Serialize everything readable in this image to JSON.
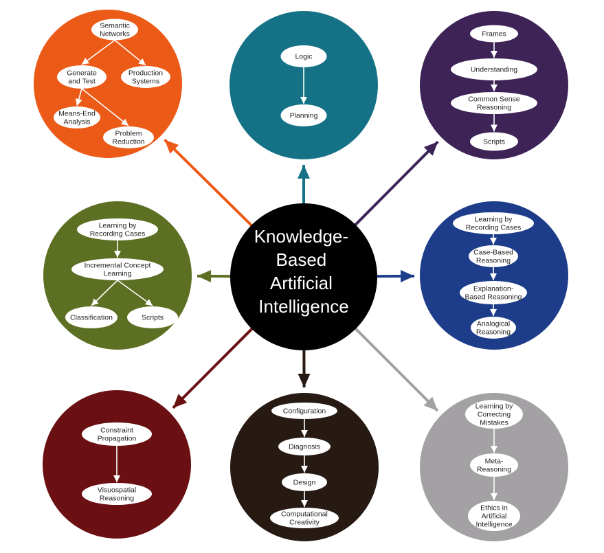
{
  "center": {
    "lines": [
      "Knowledge-",
      "Based",
      "Artificial",
      "Intelligence"
    ],
    "color": "#000000"
  },
  "clusters": [
    {
      "id": "orange",
      "color": "#ec5a18",
      "nodes": [
        {
          "lines": [
            "Semantic",
            "Networks"
          ]
        },
        {
          "lines": [
            "Generate",
            "and Test"
          ]
        },
        {
          "lines": [
            "Production",
            "Systems"
          ]
        },
        {
          "lines": [
            "Means-End",
            "Analysis"
          ]
        },
        {
          "lines": [
            "Problem",
            "Reduction"
          ]
        }
      ],
      "edges": [
        [
          0,
          1
        ],
        [
          0,
          2
        ],
        [
          1,
          3
        ],
        [
          1,
          4
        ]
      ]
    },
    {
      "id": "teal",
      "color": "#157286",
      "nodes": [
        {
          "lines": [
            "Logic"
          ]
        },
        {
          "lines": [
            "Planning"
          ]
        }
      ],
      "edges": [
        [
          0,
          1
        ]
      ]
    },
    {
      "id": "purple",
      "color": "#3e2357",
      "nodes": [
        {
          "lines": [
            "Frames"
          ]
        },
        {
          "lines": [
            "Understanding"
          ]
        },
        {
          "lines": [
            "Common Sense",
            "Reasoning"
          ]
        },
        {
          "lines": [
            "Scripts"
          ]
        }
      ],
      "edges": [
        [
          0,
          1
        ],
        [
          1,
          2
        ],
        [
          2,
          3
        ]
      ]
    },
    {
      "id": "green",
      "color": "#5d6f23",
      "nodes": [
        {
          "lines": [
            "Learning by",
            "Recording Cases"
          ]
        },
        {
          "lines": [
            "Incremental Concept",
            "Learning"
          ]
        },
        {
          "lines": [
            "Classification"
          ]
        },
        {
          "lines": [
            "Scripts"
          ]
        }
      ],
      "edges": [
        [
          0,
          1
        ],
        [
          1,
          2
        ],
        [
          1,
          3
        ]
      ]
    },
    {
      "id": "blue",
      "color": "#1d3c8a",
      "nodes": [
        {
          "lines": [
            "Learning by",
            "Recording Cases"
          ]
        },
        {
          "lines": [
            "Case-Based",
            "Reasoning"
          ]
        },
        {
          "lines": [
            "Explanation-",
            "Based Reasoning"
          ]
        },
        {
          "lines": [
            "Analogical",
            "Reasoning"
          ]
        }
      ],
      "edges": [
        [
          0,
          1
        ],
        [
          1,
          2
        ],
        [
          2,
          3
        ]
      ]
    },
    {
      "id": "maroon",
      "color": "#6b1012",
      "nodes": [
        {
          "lines": [
            "Constraint",
            "Propagation"
          ]
        },
        {
          "lines": [
            "Visuospatial",
            "Reasoning"
          ]
        }
      ],
      "edges": [
        [
          0,
          1
        ]
      ]
    },
    {
      "id": "brown",
      "color": "#261a12",
      "nodes": [
        {
          "lines": [
            "Configuration"
          ]
        },
        {
          "lines": [
            "Diagnosis"
          ]
        },
        {
          "lines": [
            "Design"
          ]
        },
        {
          "lines": [
            "Computational",
            "Creativity"
          ]
        }
      ],
      "edges": [
        [
          0,
          1
        ],
        [
          1,
          2
        ],
        [
          2,
          3
        ]
      ]
    },
    {
      "id": "gray",
      "color": "#a3a1a3",
      "nodes": [
        {
          "lines": [
            "Learning by",
            "Correcting",
            "Mistakes"
          ]
        },
        {
          "lines": [
            "Meta-",
            "Reasoning"
          ]
        },
        {
          "lines": [
            "Ethics in",
            "Artificial",
            "Intelligence"
          ]
        }
      ],
      "edges": [
        [
          0,
          1
        ],
        [
          1,
          2
        ]
      ]
    }
  ]
}
